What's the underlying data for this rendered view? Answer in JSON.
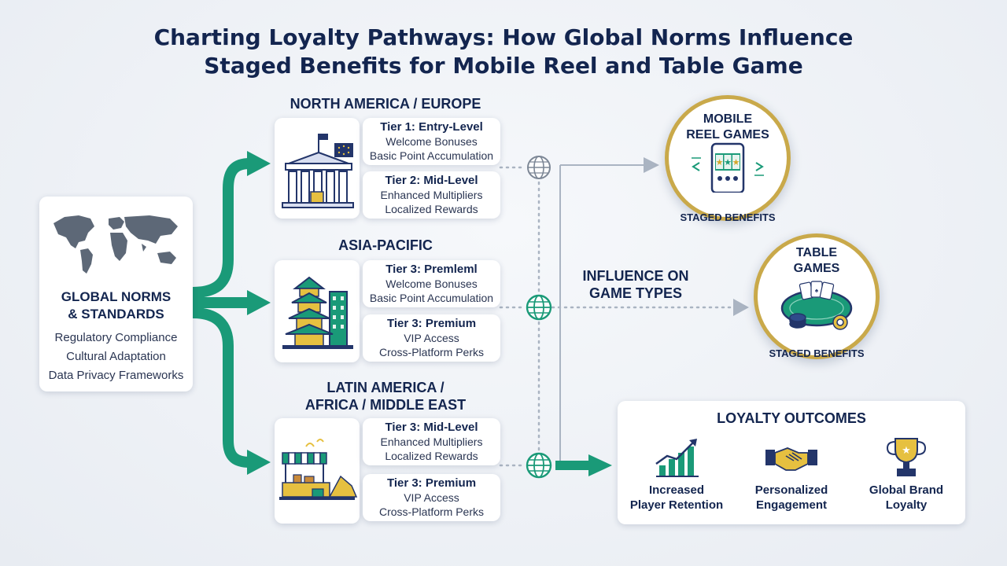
{
  "title": {
    "line1": "Charting Loyalty Pathways: How Global Norms Influence",
    "line2": "Staged Benefits for Mobile Reel and Table Game"
  },
  "global": {
    "title_line1": "GLOBAL NORMS",
    "title_line2": "& STANDARDS",
    "items": [
      "Regulatory Compliance",
      "Cultural Adaptation",
      "Data Privacy Frameworks"
    ]
  },
  "regions": [
    {
      "label_lines": [
        "NORTH AMERICA / EUROPE"
      ],
      "tiers": [
        {
          "title": "Tier 1: Entry-Level",
          "lines": [
            "Welcome Bonuses",
            "Basic Point Accumulation"
          ]
        },
        {
          "title": "Tier 2: Mid-Level",
          "lines": [
            "Enhanced Multipliers",
            "Localized Rewards"
          ]
        }
      ]
    },
    {
      "label_lines": [
        "ASIA-PACIFIC"
      ],
      "tiers": [
        {
          "title": "Tier 3: Premlеml",
          "lines": [
            "Welcome Bonuses",
            "Basic Point Accumulation"
          ]
        },
        {
          "title": "Tier 3: Premium",
          "lines": [
            "VIP Access",
            "Cross-Platform Perks"
          ]
        }
      ]
    },
    {
      "label_lines": [
        "LATIN AMERICA /",
        "AFRICA / MIDDLE EAST"
      ],
      "tiers": [
        {
          "title": "Tier 3: Mid-Level",
          "lines": [
            "Enhanced Multipliers",
            "Localized Rewards"
          ]
        },
        {
          "title": "Tier 3: Premium",
          "lines": [
            "VIP Access",
            "Cross-Platform Perks"
          ]
        }
      ]
    }
  ],
  "influence": {
    "line1": "INFLUENCE ON",
    "line2": "GAME TYPES"
  },
  "games": [
    {
      "title_line1": "MOBILE",
      "title_line2": "REEL GAMES",
      "footer": "STAGED BENEFITS"
    },
    {
      "title_line1": "TABLE",
      "title_line2": "GAMES",
      "footer": "STAGED BENEFITS"
    }
  ],
  "outcomes": {
    "title": "LOYALTY OUTCOMES",
    "items": [
      {
        "line1": "Increased",
        "line2": "Player Retention",
        "icon": "growth-chart-icon"
      },
      {
        "line1": "Personalized",
        "line2": "Engagement",
        "icon": "handshake-icon"
      },
      {
        "line1": "Global Brand",
        "line2": "Loyalty",
        "icon": "trophy-icon"
      }
    ]
  },
  "colors": {
    "navy": "#13254f",
    "teal": "#1a9a78",
    "gold": "#c9a94a",
    "connector_gray": "#aab4c2"
  }
}
